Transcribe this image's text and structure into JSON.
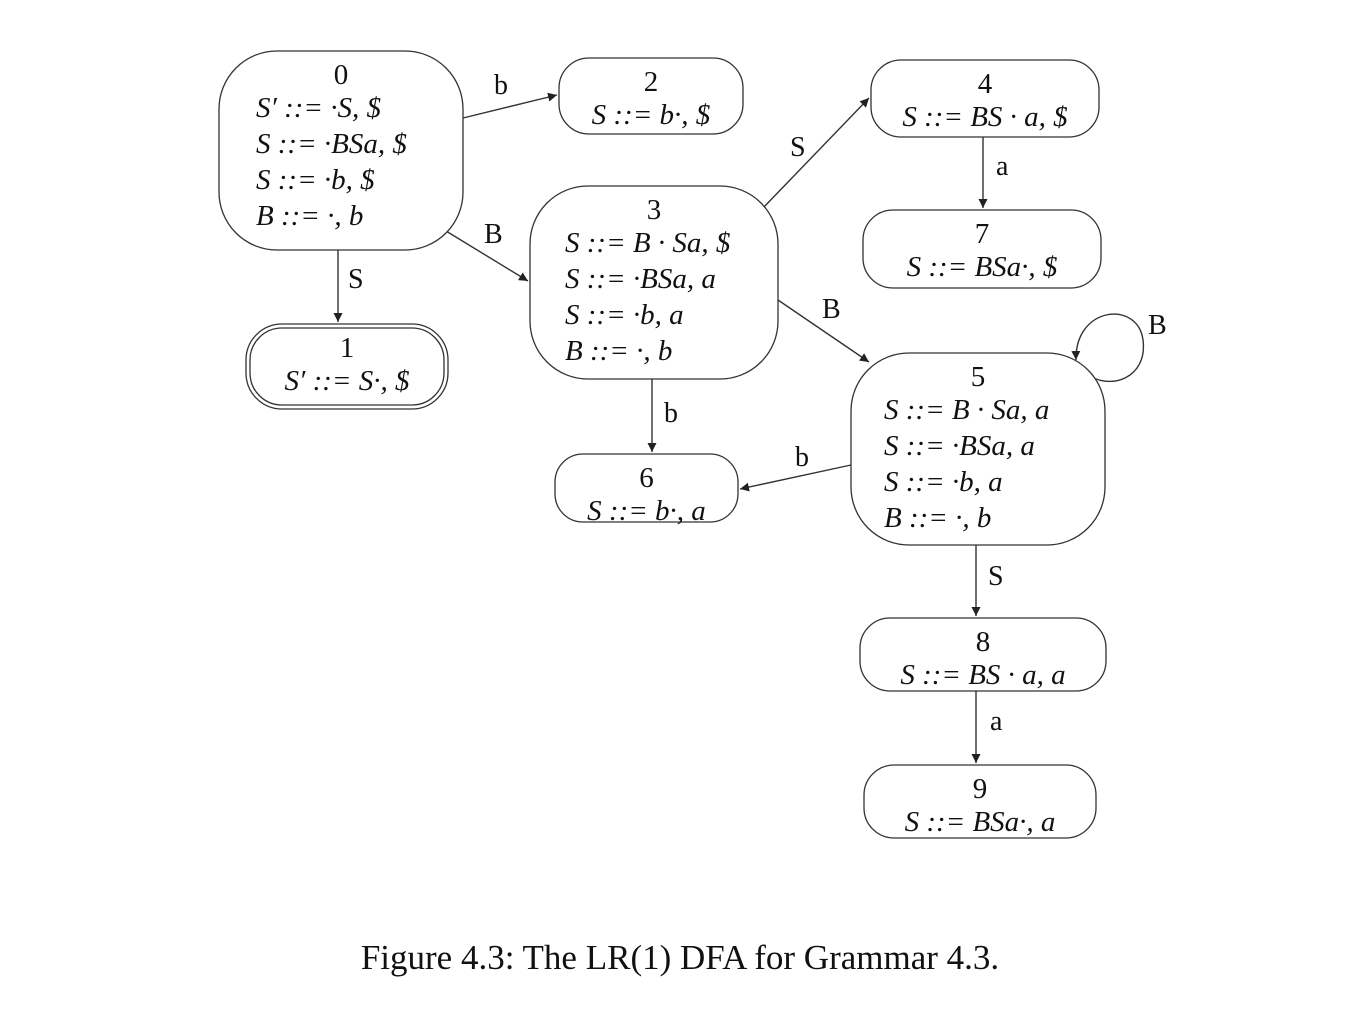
{
  "figure": {
    "caption": "Figure 4.3: The LR(1) DFA for Grammar 4.3."
  },
  "states": [
    {
      "id": "0",
      "accepting": false,
      "items": [
        "S′ ::= ·S, $",
        "S ::= ·BSa, $",
        "S ::= ·b, $",
        "B ::= ·, b"
      ]
    },
    {
      "id": "1",
      "accepting": true,
      "items": [
        "S′ ::= S·, $"
      ]
    },
    {
      "id": "2",
      "accepting": false,
      "items": [
        "S ::= b·, $"
      ]
    },
    {
      "id": "3",
      "accepting": false,
      "items": [
        "S ::= B · Sa, $",
        "S ::= ·BSa, a",
        "S ::= ·b, a",
        "B ::= ·, b"
      ]
    },
    {
      "id": "4",
      "accepting": false,
      "items": [
        "S ::= BS · a, $"
      ]
    },
    {
      "id": "5",
      "accepting": false,
      "items": [
        "S ::= B · Sa, a",
        "S ::= ·BSa, a",
        "S ::= ·b, a",
        "B ::= ·, b"
      ]
    },
    {
      "id": "6",
      "accepting": false,
      "items": [
        "S ::= b·, a"
      ]
    },
    {
      "id": "7",
      "accepting": false,
      "items": [
        "S ::= BSa·, $"
      ]
    },
    {
      "id": "8",
      "accepting": false,
      "items": [
        "S ::= BS · a, a"
      ]
    },
    {
      "id": "9",
      "accepting": false,
      "items": [
        "S ::= BSa·, a"
      ]
    }
  ],
  "transitions": [
    {
      "from": "0",
      "to": "2",
      "symbol": "b"
    },
    {
      "from": "0",
      "to": "1",
      "symbol": "S"
    },
    {
      "from": "0",
      "to": "3",
      "symbol": "B"
    },
    {
      "from": "3",
      "to": "4",
      "symbol": "S"
    },
    {
      "from": "3",
      "to": "5",
      "symbol": "B"
    },
    {
      "from": "3",
      "to": "6",
      "symbol": "b"
    },
    {
      "from": "4",
      "to": "7",
      "symbol": "a"
    },
    {
      "from": "5",
      "to": "5",
      "symbol": "B"
    },
    {
      "from": "5",
      "to": "6",
      "symbol": "b"
    },
    {
      "from": "5",
      "to": "8",
      "symbol": "S"
    },
    {
      "from": "8",
      "to": "9",
      "symbol": "a"
    }
  ]
}
